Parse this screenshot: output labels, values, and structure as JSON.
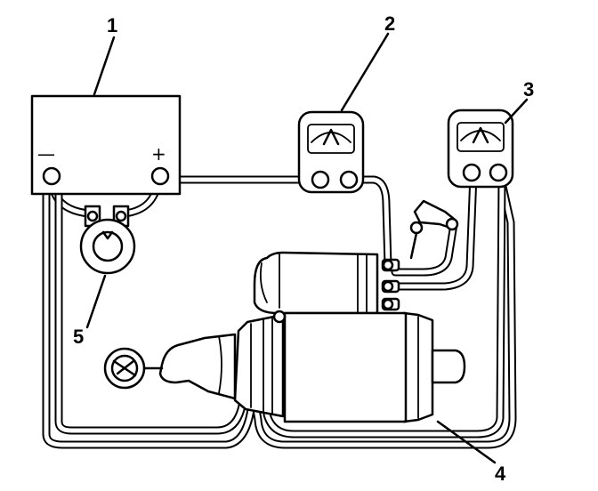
{
  "callouts": {
    "battery": "1",
    "voltmeter_starter": "2",
    "voltmeter_solenoid": "3",
    "starter_motor": "4",
    "carbon_pile_tester": "5"
  },
  "battery_terminals": {
    "negative": "—",
    "positive": "+"
  },
  "colors": {
    "ink": "#000000",
    "background": "#ffffff"
  }
}
